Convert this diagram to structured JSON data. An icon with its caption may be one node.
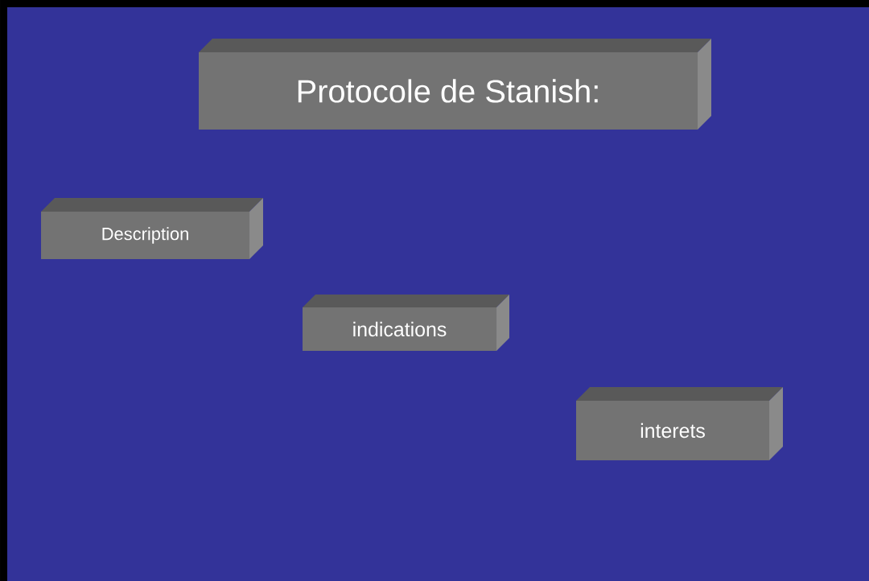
{
  "diagram": {
    "nodes": [
      {
        "text": [
          "Protocole de Stanish:"
        ]
      },
      {
        "text": [
          "Description"
        ]
      },
      {
        "text": [
          "indications"
        ]
      },
      {
        "text": [
          "interets"
        ]
      }
    ]
  }
}
